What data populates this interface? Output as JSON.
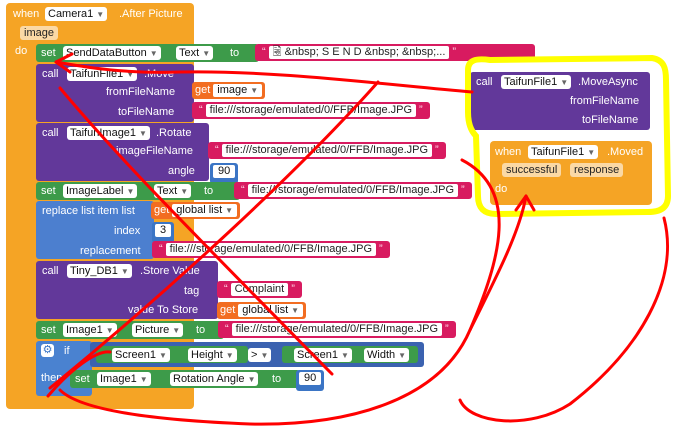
{
  "event": {
    "when": "when",
    "component": "Camera1",
    "event": ".After Picture",
    "param": "image",
    "do": "do"
  },
  "b1": {
    "set": "set",
    "component": "SendDataButton",
    "prop": "Text",
    "to": "to",
    "value": "🗟     &nbsp; S E N D        &nbsp;  &nbsp;..."
  },
  "b2": {
    "call": "call",
    "component": "TaifunFile1",
    "method": ".Move",
    "arg1": "fromFileName",
    "arg2": "toFileName",
    "get": "get",
    "var": "image",
    "path": "file:///storage/emulated/0/FFB/Image.JPG"
  },
  "b3": {
    "call": "call",
    "component": "TaifunImage1",
    "method": ".Rotate",
    "arg1": "imageFileName",
    "arg2": "angle",
    "path": "file:///storage/emulated/0/FFB/Image.JPG",
    "angle": "90"
  },
  "b4": {
    "set": "set",
    "component": "ImageLabel",
    "prop": "Text",
    "to": "to",
    "value": "file:///storage/emulated/0/FFB/Image.JPG"
  },
  "b5": {
    "title": "replace list item  list",
    "list_get": "get",
    "list_var": "global list",
    "index_label": "index",
    "index": "3",
    "repl_label": "replacement",
    "repl": "file:///storage/emulated/0/FFB/Image.JPG"
  },
  "b6": {
    "call": "call",
    "component": "Tiny_DB1",
    "method": ".Store Value",
    "tag_label": "tag",
    "tag": "Complaint",
    "vts_label": "value To Store",
    "get": "get",
    "var": "global list"
  },
  "b7": {
    "set": "set",
    "component": "Image1",
    "prop": "Picture",
    "to": "to",
    "value": "file:///storage/emulated/0/FFB/Image.JPG"
  },
  "b8": {
    "if": "if",
    "then": "then",
    "c1": "Screen1",
    "p1": "Height",
    "op": ">",
    "c2": "Screen1",
    "p2": "Width",
    "set": "set",
    "comp": "Image1",
    "prop": "Rotation Angle",
    "to": "to",
    "val": "90"
  },
  "side_call": {
    "call": "call",
    "component": "TaifunFile1",
    "method": ".MoveAsync",
    "arg1": "fromFileName",
    "arg2": "toFileName"
  },
  "side_event": {
    "when": "when",
    "component": "TaifunFile1",
    "event": ".Moved",
    "p1": "successful",
    "p2": "response",
    "do": "do"
  },
  "colors": {
    "event": "#f5a425",
    "procedure": "#62389a",
    "setter": "#3d9b4a",
    "list": "#3b75c5",
    "text": "#d81b60",
    "variable": "#f26d21",
    "highlight": "#ffff00",
    "annotation": "#ff0000"
  }
}
